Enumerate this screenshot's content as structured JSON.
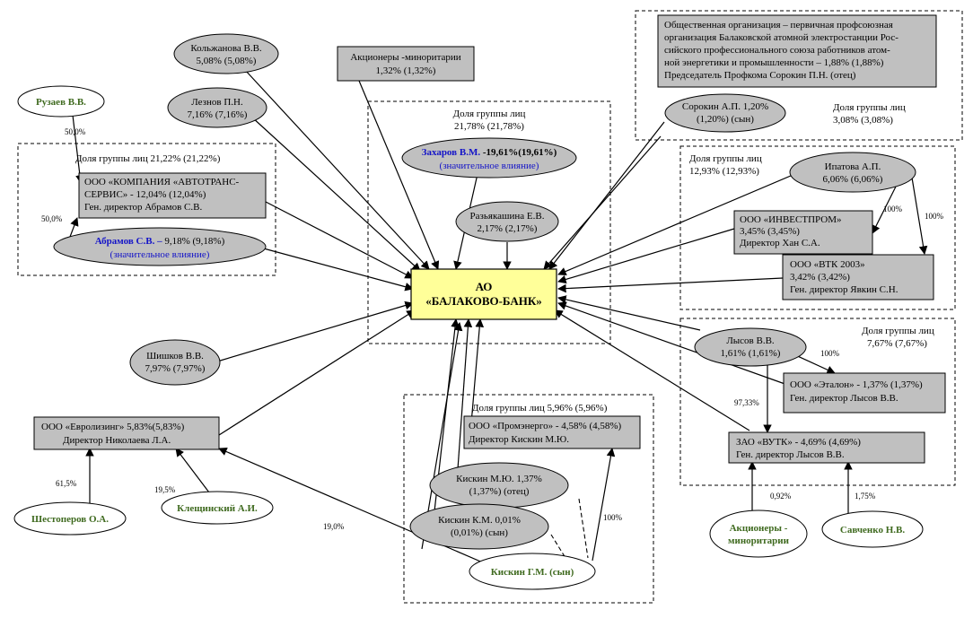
{
  "center": {
    "line1": "АО",
    "line2": "«БАЛАКОВО-БАНК»"
  },
  "groups": {
    "avtotrans": "Доля группы лиц 21,22% (21,22%)",
    "center_top_1": "Доля группы лиц",
    "center_top_2": "21,78% (21,78%)",
    "profkom_1": "Доля группы лиц",
    "profkom_2": "3,08% (3,08%)",
    "ipatov_1": "Доля группы лиц",
    "ipatov_2": "12,93% (12,93%)",
    "lysov_1": "Доля группы лиц",
    "lysov_2": "7,67% (7,67%)",
    "kiskin": "Доля группы лиц 5,96% (5,96%)"
  },
  "nodes": {
    "kolzhanova": [
      "Кольжанова В.В.",
      "5,08% (5,08%)"
    ],
    "minor_top": [
      "Акционеры -миноритарии",
      "1,32% (1,32%)"
    ],
    "lezhnov": [
      "Лезнов П.Н.",
      "7,16% (7,16%)"
    ],
    "ruzaev": [
      "Рузаев В.В."
    ],
    "avtotrans": [
      "ООО «КОМПАНИЯ «АВТОТРАНС-",
      "СЕРВИС» - 12,04% (12,04%)",
      "Ген. директор Абрамов С.В."
    ],
    "abramov_name": "Абрамов С.В. –",
    "abramov_pct": " 9,18% (9,18%)",
    "abramov_note": "(значительное влияние)",
    "zakharov_name": "Захаров В.М.",
    "zakharov_pct": " -19,61%(19,61%)",
    "zakharov_note": "(значительное влияние)",
    "razyakashina": [
      "Разьякашина Е.В.",
      "2,17% (2,17%)"
    ],
    "profkom": [
      "Общественная организация – первичная профсоюзная",
      "организация Балаковской атомной электростанции Рос-",
      "сийского профессионального союза работников атом-",
      "ной энергетики и промышленности – 1,88% (1,88%)",
      "Председатель Профкома Сорокин П.Н. (отец)"
    ],
    "sorokin": [
      "Сорокин А.П.  1,20%",
      "(1,20%) (сын)"
    ],
    "ipatova": [
      "Ипатова А.П.",
      "6,06% (6,06%)"
    ],
    "investprom": [
      "ООО «ИНВЕСТПРОМ»",
      "3,45% (3,45%)",
      "Директор Хан С.А."
    ],
    "vtk": [
      "ООО «ВТК 2003»",
      "3,42% (3,42%)",
      "Ген. директор Явкин С.Н."
    ],
    "shishkov": [
      "Шишков В.В.",
      "7,97% (7,97%)"
    ],
    "lysov": [
      "Лысов В.В.",
      "1,61% (1,61%)"
    ],
    "etalon": [
      "ООО «Эталон» - 1,37% (1,37%)",
      "Ген. директор Лысов В.В."
    ],
    "vutk": [
      "ЗАО «ВУТК» - 4,69% (4,69%)",
      "Ген. директор Лысов В.В."
    ],
    "evrolizing": [
      "ООО «Евролизинг» 5,83%(5,83%)",
      "Директор Николаева Л.А."
    ],
    "promenergo": [
      "ООО «Промэнерго» - 4,58% (4,58%)",
      "Директор Кискин М.Ю."
    ],
    "kiskin_my": [
      "Кискин М.Ю.  1,37%",
      "(1,37%) (отец)"
    ],
    "kiskin_km": [
      "Кискин К.М. 0,01%",
      "(0,01%) (сын)"
    ],
    "kiskin_gm": [
      "Кискин Г.М. (сын)"
    ],
    "shestoperov": [
      "Шестоперов О.А."
    ],
    "kleshchinsky": [
      "Клещинский А.И."
    ],
    "minor_bottom": [
      "Акционеры -",
      "миноритарии"
    ],
    "savchenko": [
      "Савченко Н.В."
    ]
  },
  "percents": {
    "ruzaev": "50,0%",
    "abramov": "50,0%",
    "ipatova_investprom": "100%",
    "ipatova_vtk": "100%",
    "lysov_etalon": "100%",
    "lysov_vutk": "97,33%",
    "minor_vutk": "0,92%",
    "savchenko_vutk": "1,75%",
    "shestoperov": "61,5%",
    "kleshchinsky": "19,5%",
    "kiskin_gm_evro": "19,0%",
    "kiskin_gm_prom": "100%"
  },
  "colors": {
    "box_fill": "#c0c0c0",
    "center_fill": "#ffff99",
    "green_text": "#3f6a1f",
    "blue_text": "#1414c8"
  }
}
